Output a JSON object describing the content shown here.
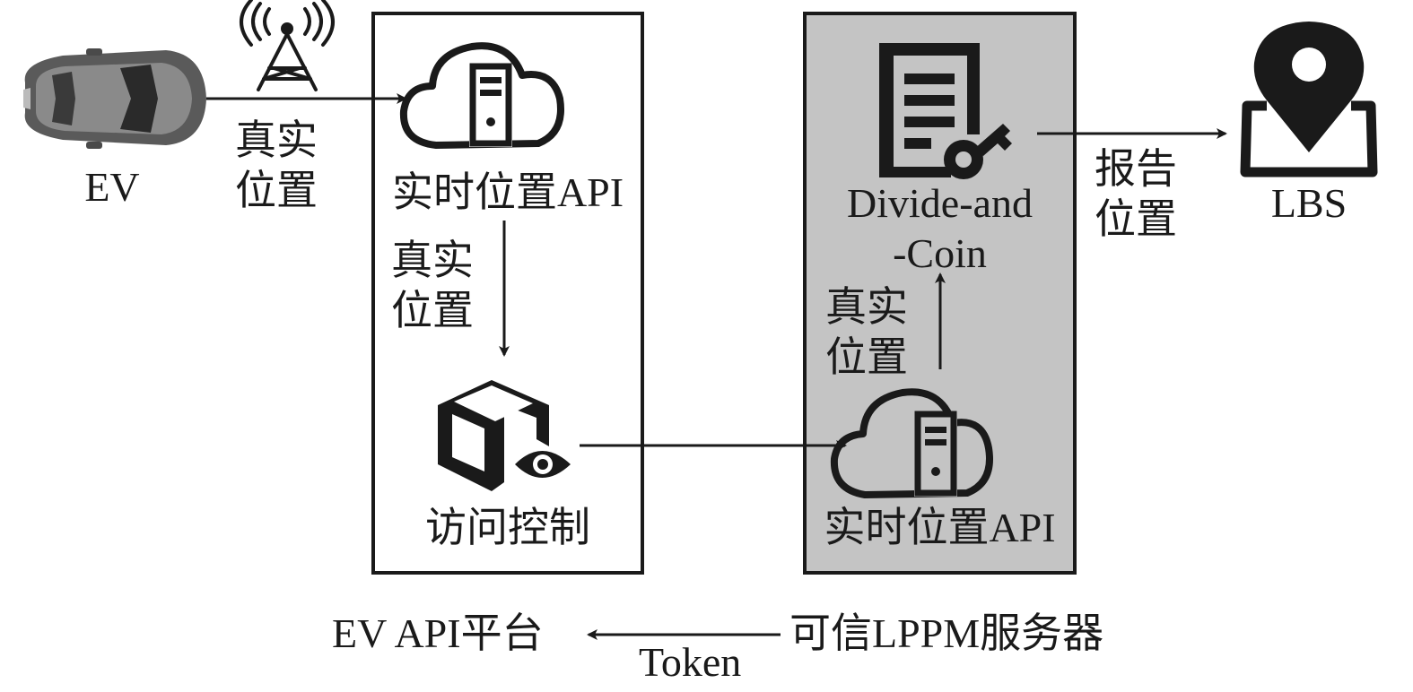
{
  "nodes": {
    "ev": {
      "label": "EV"
    },
    "api_platform_box": {
      "api_label": "实时位置API",
      "access_label": "访问控制"
    },
    "trusted_server_box": {
      "algo_label_line1": "Divide-and",
      "algo_label_line2": "-Coin",
      "api_label": "实时位置API"
    },
    "lbs": {
      "label": "LBS"
    }
  },
  "edges": {
    "ev_to_api": {
      "line1": "真实",
      "line2": "位置"
    },
    "api_to_access": {
      "line1": "真实",
      "line2": "位置"
    },
    "api2_to_algo": {
      "line1": "真实",
      "line2": "位置"
    },
    "algo_to_lbs": {
      "line1": "报告",
      "line2": "位置"
    }
  },
  "footer": {
    "left_label": "EV API平台",
    "right_label": "可信LPPM服务器",
    "token_label": "Token"
  },
  "colors": {
    "trusted_box_fill": "#c4c4c4",
    "stroke": "#1a1a1a"
  }
}
